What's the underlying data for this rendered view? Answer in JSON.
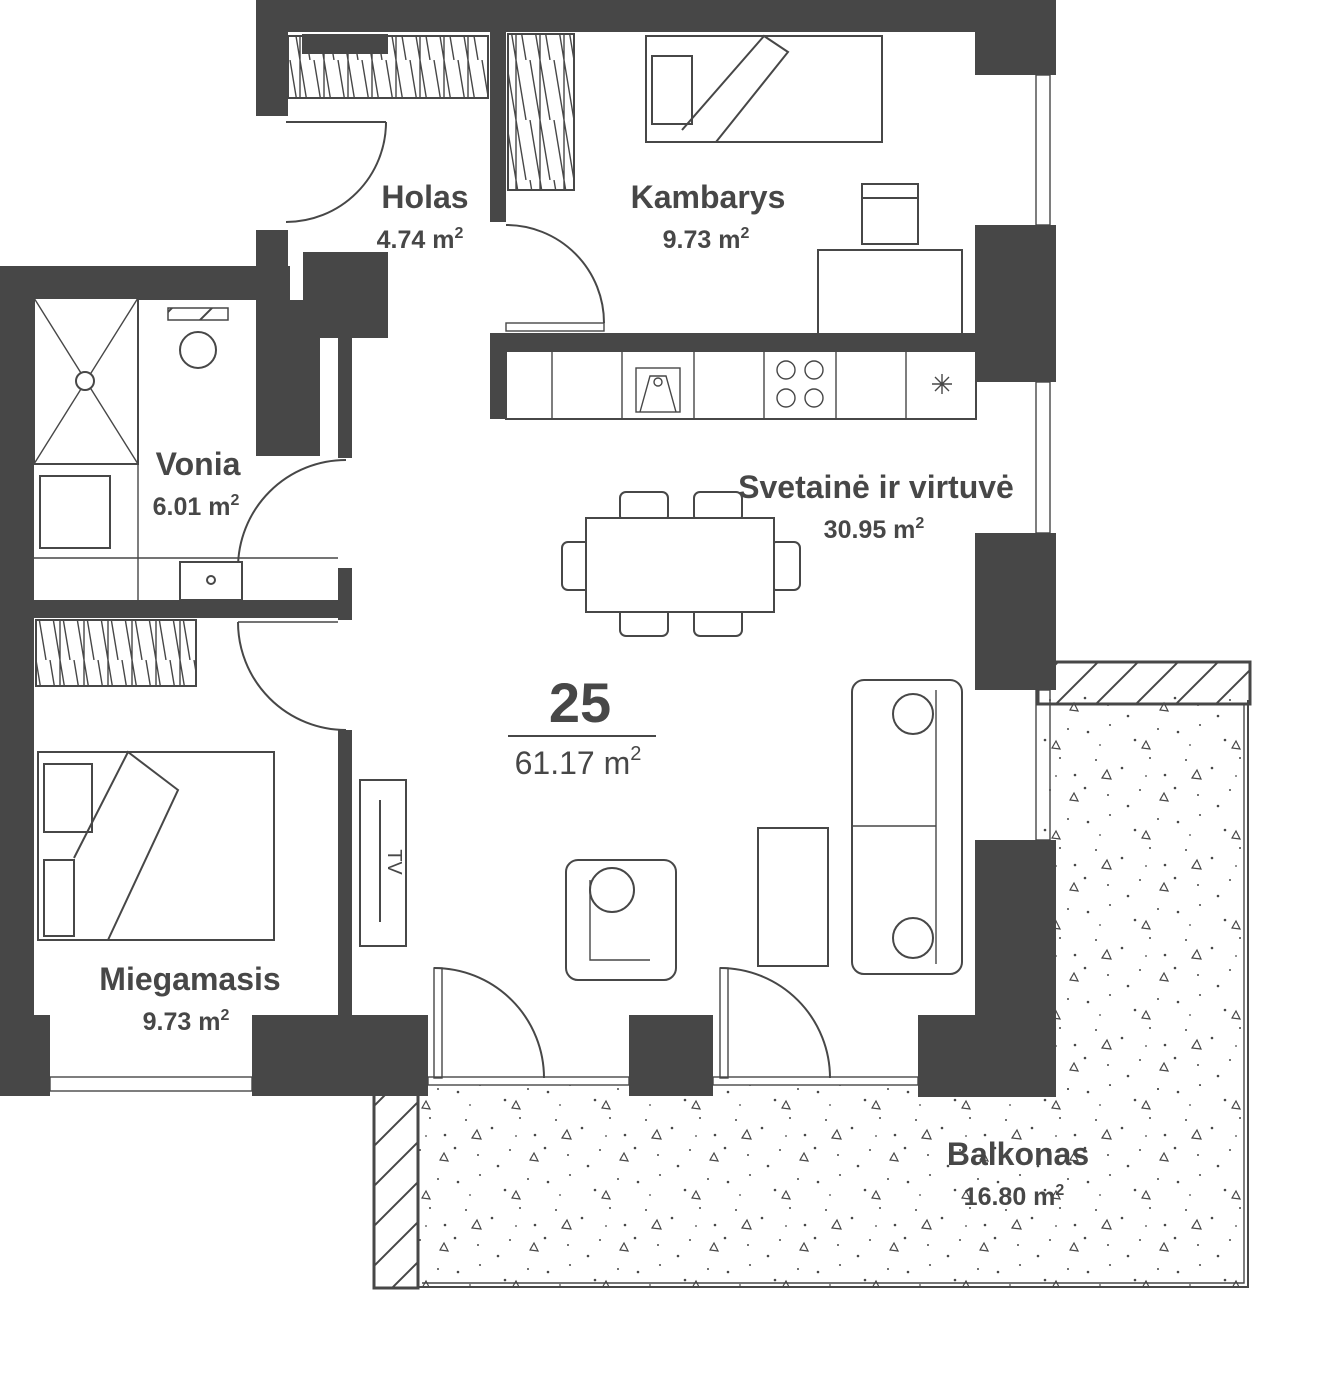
{
  "apartment": {
    "number": "25",
    "area": "61.17 m",
    "sup": "2"
  },
  "rooms": [
    {
      "id": "holas",
      "name": "Holas",
      "area": "4.74 m",
      "sup": "2"
    },
    {
      "id": "kambarys",
      "name": "Kambarys",
      "area": "9.73 m",
      "sup": "2"
    },
    {
      "id": "vonia",
      "name": "Vonia",
      "area": "6.01 m",
      "sup": "2"
    },
    {
      "id": "svetaine",
      "name": "Svetainė ir virtuvė",
      "area": "30.95 m",
      "sup": "2"
    },
    {
      "id": "miegamasis",
      "name": "Miegamasis",
      "area": "9.73 m",
      "sup": "2"
    },
    {
      "id": "balkonas",
      "name": "Balkonas",
      "area": "16.80 m",
      "sup": "2"
    }
  ],
  "fixtures": {
    "tv_label": "TV"
  },
  "colors": {
    "wall": "#474747",
    "background": "#ffffff"
  }
}
